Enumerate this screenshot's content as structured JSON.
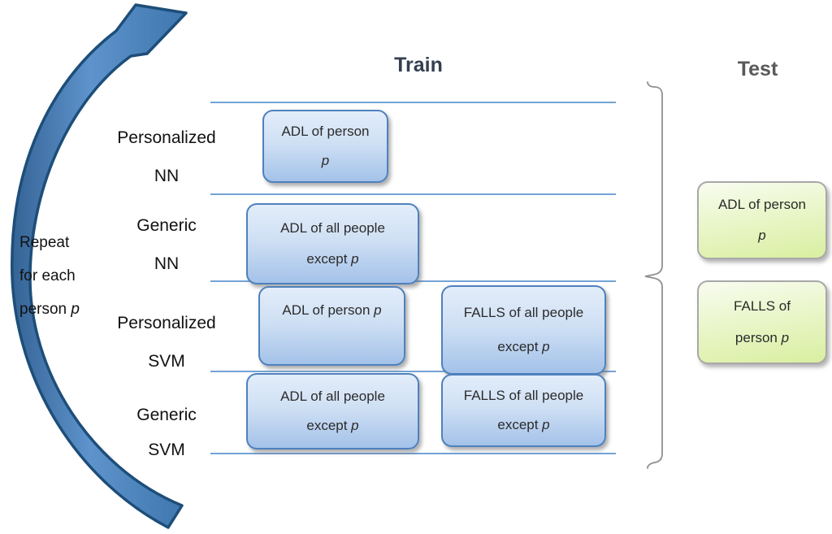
{
  "headers": {
    "train": "Train",
    "test": "Test"
  },
  "loop_label": {
    "line1": "Repeat",
    "line2": "for each",
    "line3_prefix": "person ",
    "line3_italic": "p"
  },
  "row_labels": [
    {
      "line1": "Personalized",
      "line2": "NN"
    },
    {
      "line1": "Generic",
      "line2": "NN"
    },
    {
      "line1": "Personalized",
      "line2": "SVM"
    },
    {
      "line1": "Generic",
      "line2": "SVM"
    }
  ],
  "train_boxes": [
    {
      "id": "nn-personalized-adl",
      "line1_prefix": "ADL of person",
      "line1_italic": "",
      "line2_prefix": "",
      "line2_italic": "p"
    },
    {
      "id": "nn-generic-adl",
      "line1_prefix": "ADL of all people",
      "line1_italic": "",
      "line2_prefix": "except ",
      "line2_italic": "p"
    },
    {
      "id": "svm-personalized-adl",
      "line1_prefix": "ADL of person ",
      "line1_italic": "p",
      "line2_prefix": "",
      "line2_italic": ""
    },
    {
      "id": "svm-personalized-falls",
      "line1_prefix": "FALLS of all people",
      "line1_italic": "",
      "line2_prefix": "except ",
      "line2_italic": "p"
    },
    {
      "id": "svm-generic-adl",
      "line1_prefix": "ADL of all people",
      "line1_italic": "",
      "line2_prefix": "except ",
      "line2_italic": "p"
    },
    {
      "id": "svm-generic-falls",
      "line1_prefix": "FALLS of all people",
      "line1_italic": "",
      "line2_prefix": "except ",
      "line2_italic": "p"
    }
  ],
  "test_boxes": [
    {
      "id": "test-adl",
      "line1_prefix": "ADL of person",
      "line1_italic": "",
      "line2_prefix": "",
      "line2_italic": "p"
    },
    {
      "id": "test-falls",
      "line1_prefix": "FALLS of",
      "line1_italic": "",
      "line2_prefix": "person ",
      "line2_italic": "p"
    }
  ],
  "colors": {
    "train_header": "#333f50",
    "test_header": "#595959",
    "separator_line_blue": "#74a3d6",
    "train_box_border": "#4f81bd",
    "train_box_fill_top": "#e3edfa",
    "train_box_fill_bottom": "#a4c2e9",
    "test_box_border": "#a8a8a8",
    "test_box_fill_top": "#f8fcf0",
    "test_box_fill_bottom": "#d9efa0",
    "arrow_fill": "#4d82ba",
    "arrow_border": "#1d4e79",
    "bracket_gray": "#8f8f8f"
  }
}
